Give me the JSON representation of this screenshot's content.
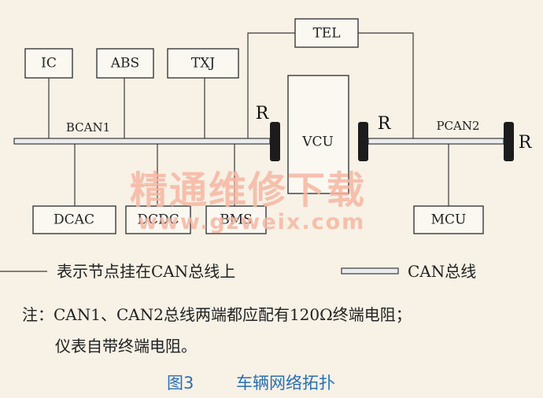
{
  "nodes_top": [
    "IC",
    "ABS",
    "TXJ"
  ],
  "node_tel": "TEL",
  "node_vcu": "VCU",
  "nodes_bottom": [
    "DCAC",
    "DCDC",
    "BMS",
    "MCU"
  ],
  "bus_labels": {
    "left": "BCAN1",
    "right": "PCAN2"
  },
  "resistor_label": "R",
  "watermark": {
    "cn": "精通维修下载",
    "url": "www.gzweix.com"
  },
  "legend": {
    "node_line": "表示节点挂在CAN总线上",
    "bus": "CAN总线"
  },
  "note": {
    "line1": "注：CAN1、CAN2总线两端都应配有120Ω终端电阻；",
    "line2": "仪表自带终端电阻。"
  },
  "caption": {
    "figure_no": "图3",
    "title": "车辆网络拓扑"
  },
  "colors": {
    "caption": "#2a6fb6",
    "watermark": "#f6b7a3",
    "background": "#f7f1e6"
  }
}
